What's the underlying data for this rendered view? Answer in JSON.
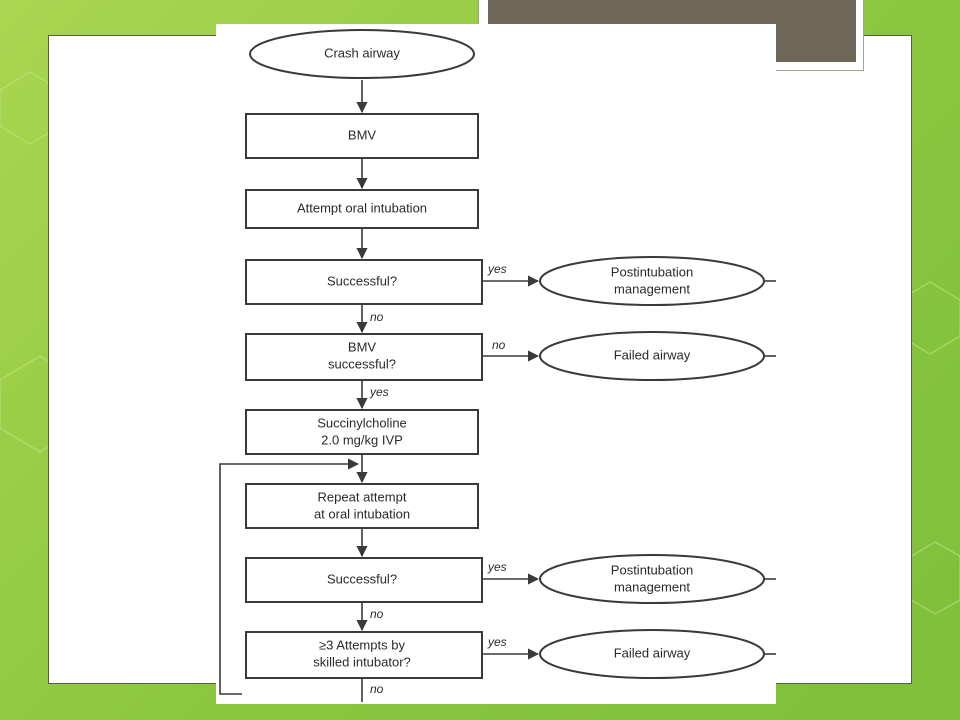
{
  "flowchart": {
    "nodes": {
      "crash_airway": {
        "lines": [
          "Crash airway"
        ]
      },
      "bmv": {
        "lines": [
          "BMV"
        ]
      },
      "attempt_oral": {
        "lines": [
          "Attempt oral intubation"
        ]
      },
      "successful_1": {
        "lines": [
          "Successful?"
        ]
      },
      "post_1": {
        "lines": [
          "Postintubation",
          "management"
        ]
      },
      "bmv_successful": {
        "lines": [
          "BMV",
          "successful?"
        ]
      },
      "failed_1": {
        "lines": [
          "Failed airway"
        ]
      },
      "succinylcholine": {
        "lines": [
          "Succinylcholine",
          "2.0 mg/kg IVP"
        ]
      },
      "repeat_attempt": {
        "lines": [
          "Repeat attempt",
          "at oral intubation"
        ]
      },
      "successful_2": {
        "lines": [
          "Successful?"
        ]
      },
      "post_2": {
        "lines": [
          "Postintubation",
          "management"
        ]
      },
      "attempts_3": {
        "lines": [
          "≥3 Attempts by",
          "skilled intubator?"
        ]
      },
      "failed_2": {
        "lines": [
          "Failed airway"
        ]
      }
    },
    "edge_labels": {
      "s1_yes": "yes",
      "s1_no": "no",
      "bmv_no": "no",
      "bmv_yes": "yes",
      "s2_yes": "yes",
      "s2_no": "no",
      "a3_yes": "yes",
      "a3_no": "no"
    }
  },
  "colors": {
    "background_green": "#8cc63f",
    "title_bar": "#6e6656",
    "panel": "#ffffff",
    "line": "#3a3a3a"
  }
}
